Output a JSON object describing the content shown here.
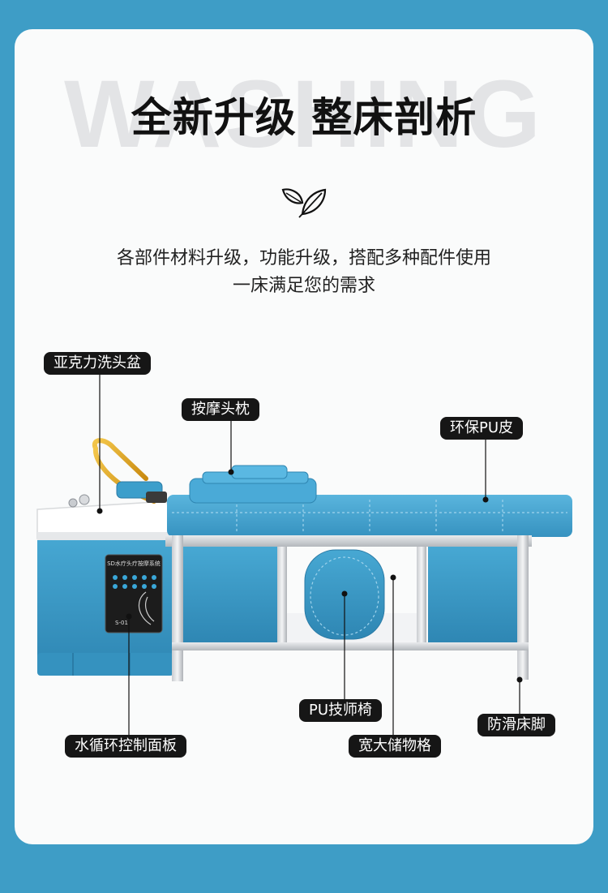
{
  "background_word": "WASHING",
  "title": "全新升级 整床剖析",
  "subtitle_line1": "各部件材料升级，功能升级，搭配多种配件使用",
  "subtitle_line2": "一床满足您的需求",
  "icons": [
    "leaf-icon"
  ],
  "labels": {
    "acrylic_basin": "亚克力洗头盆",
    "massage_pillow": "按摩头枕",
    "pu_leather": "环保PU皮",
    "pu_stool": "PU技师椅",
    "anti_slip_legs": "防滑床脚",
    "water_panel": "水循环控制面板",
    "storage": "宽大储物格"
  },
  "panel": {
    "brand": "SD水疗头疗按摩系统",
    "model": "S-01"
  },
  "colors": {
    "background": "#3e9dc6",
    "card": "#fafbfb",
    "bed_blue": "#3e9fcb",
    "label_bg": "#161616"
  }
}
